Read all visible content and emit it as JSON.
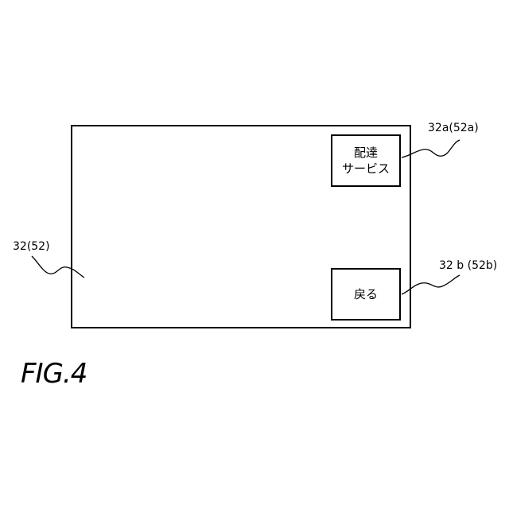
{
  "screen": {
    "reference_label": "32(52)",
    "buttons": {
      "delivery": {
        "line1": "配達",
        "line2": "サービス",
        "reference_label": "32a(52a)"
      },
      "back": {
        "label": "戻る",
        "reference_label": "32 b (52b)"
      }
    }
  },
  "figure": {
    "caption": "FIG.4"
  }
}
